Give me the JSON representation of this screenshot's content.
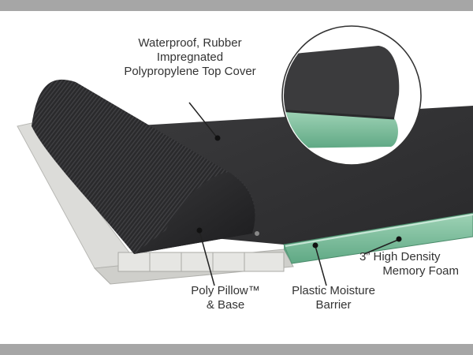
{
  "labels": {
    "top_cover": [
      "Waterproof, Rubber",
      "Impregnated",
      "Polypropylene Top Cover"
    ],
    "memory_foam": [
      "3” High Density",
      "Memory Foam"
    ],
    "moisture_barrier": [
      "Plastic Moisture",
      "Barrier"
    ],
    "pillow": [
      "Poly Pillow™",
      "& Base"
    ]
  },
  "colors": {
    "background_band": "#a6a6a6",
    "panel": "#ffffff",
    "top_cover": "#2f2f31",
    "foam": "#7fbfa0",
    "pillow": "#232325",
    "base": "#d9d9d6",
    "text": "#333333"
  }
}
